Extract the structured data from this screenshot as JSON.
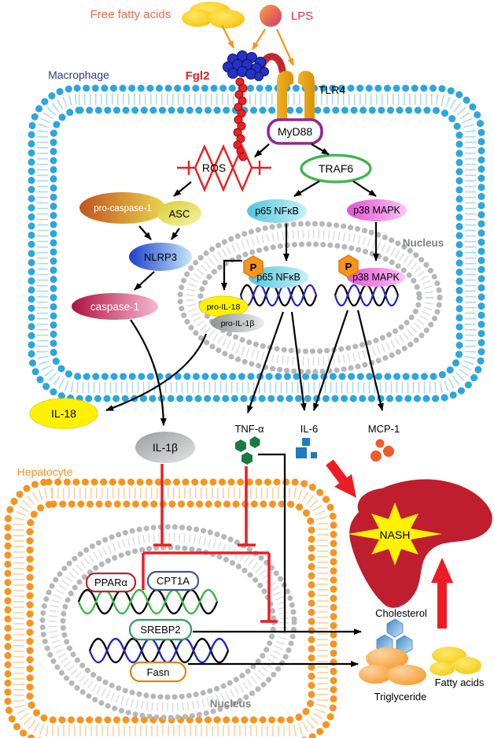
{
  "figure": {
    "type": "signaling-pathway-diagram",
    "topic": "Fgl2 / TLR4 signaling in macrophage driving hepatocyte lipid dysregulation and NASH"
  },
  "labels": {
    "free_fatty_acids": "Free fatty acids",
    "lps": "LPS",
    "macrophage": "Macrophage",
    "fgl2": "Fgl2",
    "tlr4": "TLR4",
    "myd88": "MyD88",
    "ros": "ROS",
    "traf6": "TRAF6",
    "pro_caspase_1": "pro-caspase-1",
    "asc": "ASC",
    "nlrp3": "NLRP3",
    "caspase_1": "caspase-1",
    "p65_nfkb": "p65 NFκB",
    "p38_mapk": "p38 MAPK",
    "phospho": "P",
    "nucleus": "Nucleus",
    "pro_il18": "pro-IL-18",
    "pro_il1b": "pro-IL-1β",
    "il18": "IL-18",
    "il1b": "IL-1β",
    "tnfa": "TNF-α",
    "il6": "IL-6",
    "mcp1": "MCP-1",
    "hepatocyte": "Hepatocyte",
    "nash": "NASH",
    "ppara": "PPARα",
    "cpt1a": "CPT1A",
    "srebp2": "SREBP2",
    "fasn": "Fasn",
    "cholesterol": "Cholesterol",
    "triglyceride": "Triglyceride",
    "fatty_acids": "Fatty acids"
  },
  "colors": {
    "macrophage_membrane": "#2BA6DE",
    "hepatocyte_membrane": "#F7941D",
    "nuclear_membrane": "#B5B7B9",
    "inhibition_red": "#ED1C24",
    "liver_red": "#BE1E2D",
    "starburst_yellow": "#FFF200",
    "traf6_border": "#39B54A",
    "myd88_border": "#92278F",
    "macrophage_text": "#2B3990",
    "hepatocyte_text": "#F7941D",
    "fgl2_text": "#ED1C24",
    "ffa_text": "#F2694B",
    "tnfa_hex_green": "#1A7A40",
    "il6_square_blue": "#1F7BC0",
    "mcp1_dot_orange": "#F15A29"
  },
  "relationships": [
    "Free fatty acids → Fgl2",
    "LPS → Fgl2",
    "LPS → TLR4",
    "TLR4 → MyD88",
    "MyD88 → ROS",
    "MyD88 → TRAF6",
    "ROS → pro-caspase-1 / ASC",
    "pro-caspase-1 → NLRP3",
    "ASC → NLRP3",
    "NLRP3 → caspase-1",
    "caspase-1 → IL-1β",
    "pro-IL-18 / pro-IL-1β → IL-18",
    "TRAF6 → p65 NFκB",
    "TRAF6 → p38 MAPK",
    "P-p65 NFκB → pro-IL-18 / pro-IL-1β transcription",
    "p65 NFκB target genes → TNF-α, IL-6",
    "p38 MAPK target genes → IL-6, MCP-1",
    "IL-1β ⊣ PPARα / CPT1A",
    "TNF-α ⊣ PPARα / CPT1A and SREBP2 output",
    "SREBP2 → Cholesterol",
    "Fasn → Triglyceride",
    "TNF-α / IL-6 / MCP-1 → NASH",
    "Cholesterol / Triglyceride / Fatty acids → NASH"
  ]
}
